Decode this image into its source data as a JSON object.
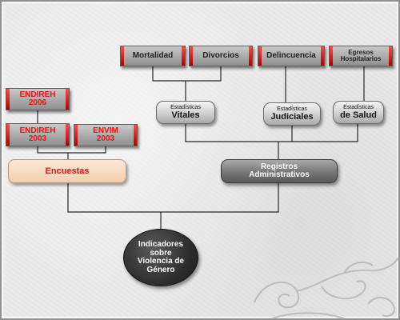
{
  "nodes": {
    "mortalidad": "Mortalidad",
    "divorcios": "Divorcios",
    "delincuencia": "Delincuencia",
    "egresos": {
      "line1": "Egresos",
      "line2": "Hospitalarios"
    },
    "endireh_2006": {
      "line1": "ENDIREH",
      "line2": "2006"
    },
    "endireh_2003": {
      "line1": "ENDIREH",
      "line2": "2003"
    },
    "envim_2003": {
      "line1": "ENVIM",
      "line2": "2003"
    },
    "est_vitales": {
      "line1": "Estadísticas",
      "line2": "Vitales"
    },
    "est_judiciales": {
      "line1": "Estadísticas",
      "line2": "Judiciales"
    },
    "est_salud": {
      "line1": "Estadísticas",
      "line2": "de Salud"
    },
    "encuestas": "Encuestas",
    "registros": {
      "line1": "Registros",
      "line2": "Administrativos"
    },
    "indicadores": {
      "line1": "Indicadores",
      "line2": "sobre",
      "line3": "Violencia de",
      "line4": "Género"
    }
  },
  "colors": {
    "accent_red": "#ee1111",
    "connector": "#2a2a2a",
    "gray_box": "#a9a9a9",
    "dark_node": "#2b2b2b",
    "encuestas_fill": "#f4cfae"
  }
}
